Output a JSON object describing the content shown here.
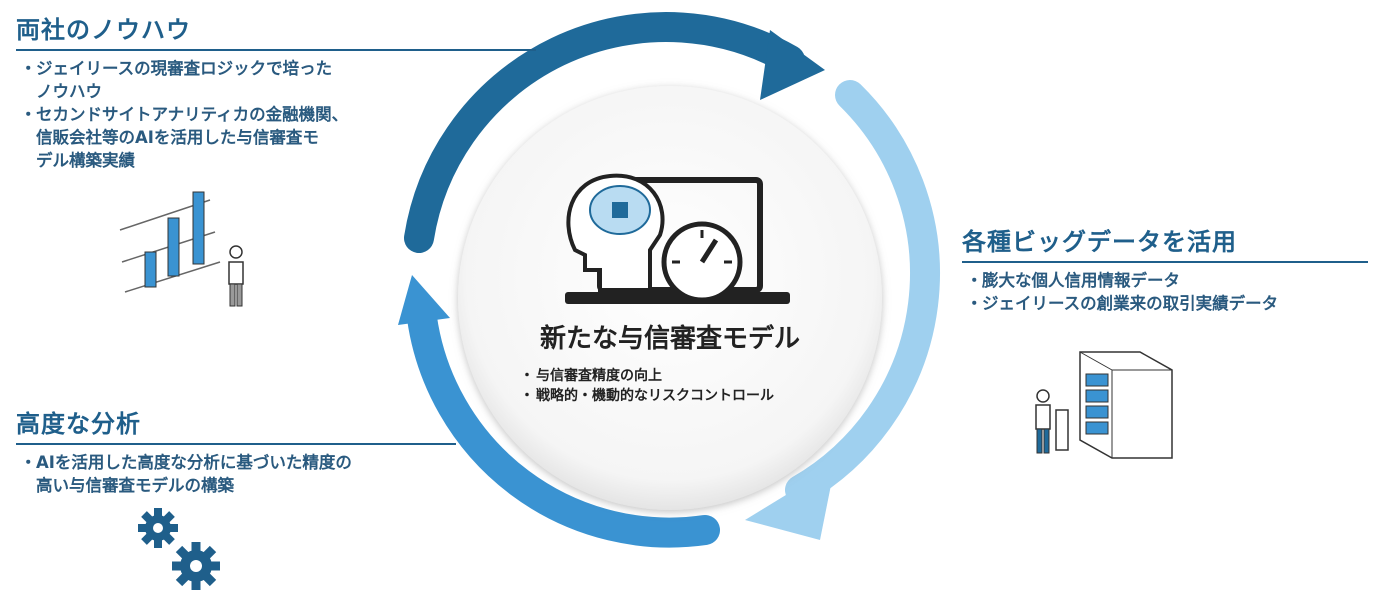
{
  "nouhau": {
    "title": "両社のノウハウ",
    "items": [
      "ジェイリースの現審査ロジックで培った\nノウハウ",
      "セカンドサイトアナリティカの金融機関、\n信販会社等のAIを活用した与信審査モ\nデル構築実績"
    ]
  },
  "bigdata": {
    "title": "各種ビッグデータを活用",
    "items": [
      "膨大な個人信用情報データ",
      "ジェイリースの創業来の取引実績データ"
    ]
  },
  "analysis": {
    "title": "高度な分析",
    "items": [
      "AIを活用した高度な分析に基づいた精度の\n高い与信審査モデルの構築"
    ]
  },
  "center": {
    "title": "新たな与信審査モデル",
    "items": [
      "与信審査精度の向上",
      "戦略的・機動的なリスクコントロール"
    ]
  },
  "colors": {
    "dark_blue": "#1f6a9a",
    "mid_blue": "#3a93d2",
    "light_blue": "#9fd0ef",
    "heading": "#1f5f8b"
  },
  "icons": [
    "bar-chart-person-icon",
    "server-person-icon",
    "gears-icon",
    "brain-laptop-speedometer-icon"
  ]
}
